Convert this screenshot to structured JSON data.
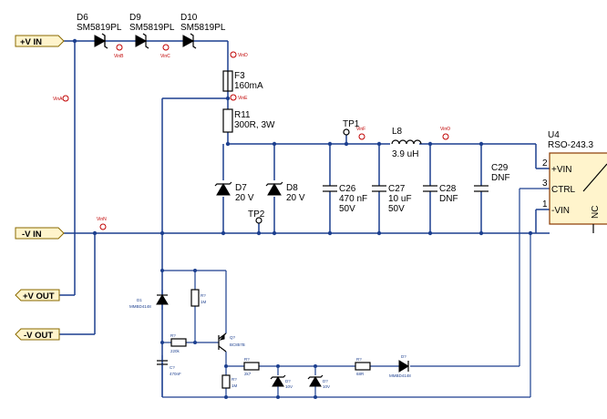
{
  "ports": {
    "vin_pos": "+V IN",
    "vin_neg": "-V IN",
    "vout_pos": "+V OUT",
    "vout_neg": "-V OUT"
  },
  "diodes": {
    "d6": {
      "ref": "D6",
      "part": "SM5819PL"
    },
    "d9": {
      "ref": "D9",
      "part": "SM5819PL"
    },
    "d10": {
      "ref": "D10",
      "part": "SM5819PL"
    },
    "d7": {
      "ref": "D7",
      "value": "20 V"
    },
    "d8": {
      "ref": "D8",
      "value": "20 V"
    }
  },
  "fuse": {
    "ref": "F3",
    "value": "160mA"
  },
  "r11": {
    "ref": "R11",
    "value": "300R, 3W"
  },
  "tp1": "TP1",
  "tp2": "TP2",
  "inductor": {
    "ref": "L8",
    "value": "3.9 uH"
  },
  "caps": {
    "c26": {
      "ref": "C26",
      "value": "470 nF",
      "voltage": "50V"
    },
    "c27": {
      "ref": "C27",
      "value": "10 uF",
      "voltage": "50V"
    },
    "c28": {
      "ref": "C28",
      "value": "DNF"
    },
    "c29": {
      "ref": "C29",
      "value": "DNF"
    }
  },
  "ic": {
    "ref": "U4",
    "part": "RSO-243.3",
    "pin2": "+VIN",
    "pin3": "CTRL",
    "pin1": "-VIN",
    "pin2_num": "2",
    "pin3_num": "3",
    "pin1_num": "1",
    "nc": "NC"
  },
  "probes": {
    "vinp": "VinA",
    "vinb": "VinB",
    "vinc": "VinC",
    "vind": "VinD",
    "vine": "VinE",
    "vinf": "VinF",
    "vinn": "VinN",
    "vino": "VinO"
  },
  "small": {
    "d1": {
      "ref": "D1",
      "part": "MMBD4148"
    },
    "r_top": {
      "ref": "R?",
      "value": "1M"
    },
    "r_base": {
      "ref": "R?",
      "value": "220k"
    },
    "q": {
      "ref": "Q?",
      "part": "BC857B"
    },
    "c_small": {
      "ref": "C?",
      "value": "470nF"
    },
    "r_2k7": {
      "ref": "R?",
      "value": "2k7"
    },
    "r_1m2": {
      "ref": "R?",
      "value": "1M"
    },
    "z1": {
      "ref": "D?",
      "value": "10V"
    },
    "z2": {
      "ref": "D?",
      "value": "10V"
    },
    "r_68": {
      "ref": "R?",
      "value": "68R"
    },
    "d2": {
      "ref": "D?",
      "part": "MMBD4148"
    }
  }
}
